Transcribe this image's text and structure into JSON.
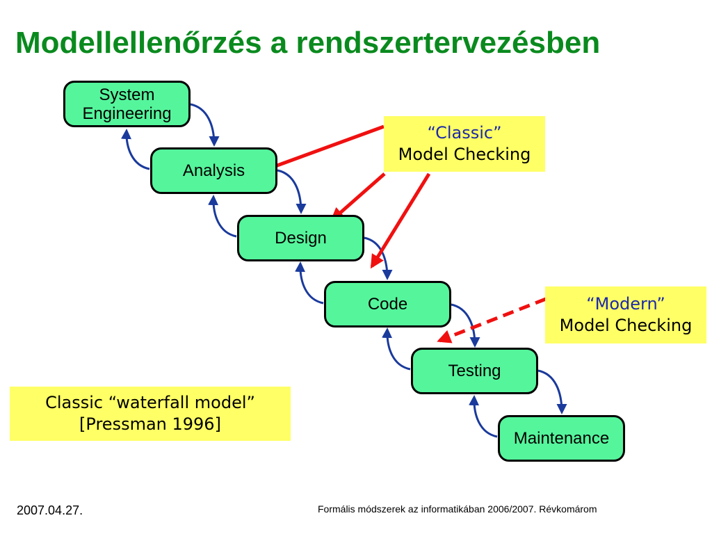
{
  "title": "Modellellenőrzés a rendszertervezésben",
  "colors": {
    "title": "#0a8a1e",
    "stage_fill": "#55f59c",
    "callout_fill": "#ffff66",
    "arrow_blue": "#1a3a9c",
    "arrow_red": "#f01010",
    "callout_accent": "#1c2aa8"
  },
  "stages": [
    {
      "id": "system-engineering",
      "label": "System\nEngineering"
    },
    {
      "id": "analysis",
      "label": "Analysis"
    },
    {
      "id": "design",
      "label": "Design"
    },
    {
      "id": "code",
      "label": "Code"
    },
    {
      "id": "testing",
      "label": "Testing"
    },
    {
      "id": "maintenance",
      "label": "Maintenance"
    }
  ],
  "callouts": {
    "classic": {
      "line1": "“Classic”",
      "line2": "Model Checking"
    },
    "modern": {
      "line1": "“Modern”",
      "line2": "Model Checking"
    },
    "waterfall": {
      "line1": "Classic “waterfall model”",
      "line2": "[Pressman 1996]"
    }
  },
  "footer": {
    "date": "2007.04.27.",
    "course": "Formális módszerek az informatikában 2006/2007. Révkomárom"
  }
}
